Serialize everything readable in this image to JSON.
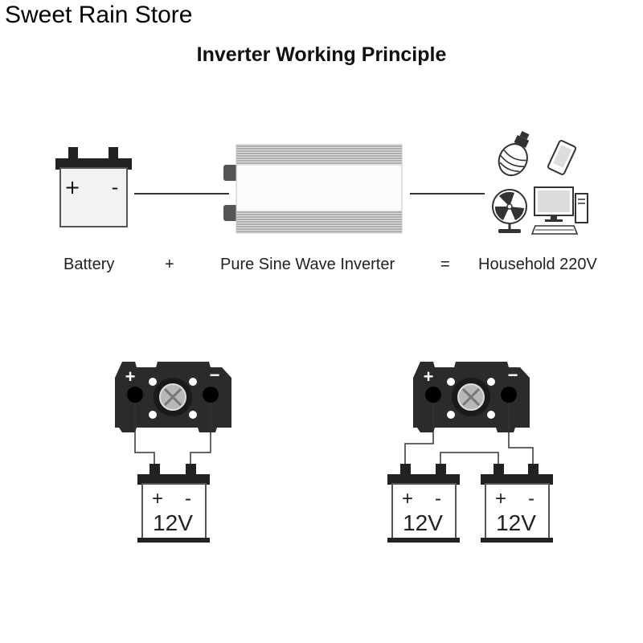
{
  "store_name": "Sweet Rain Store",
  "title": "Inverter Working Principle",
  "principle": {
    "battery_label": "Battery",
    "plus_operator": "+",
    "inverter_label": "Pure Sine Wave Inverter",
    "equals_operator": "=",
    "output_label": "Household 220V"
  },
  "battery_terminals": {
    "plus": "+",
    "minus": "-"
  },
  "wiring": {
    "single": {
      "voltage": "12V"
    },
    "parallel": {
      "battery_1_voltage": "12V",
      "battery_2_voltage": "12V"
    }
  },
  "inverter_terminals": {
    "plus": "+",
    "minus": "−"
  },
  "colors": {
    "dark": "#222222",
    "line": "#333333",
    "panel_grey": "#aaaaaa"
  }
}
